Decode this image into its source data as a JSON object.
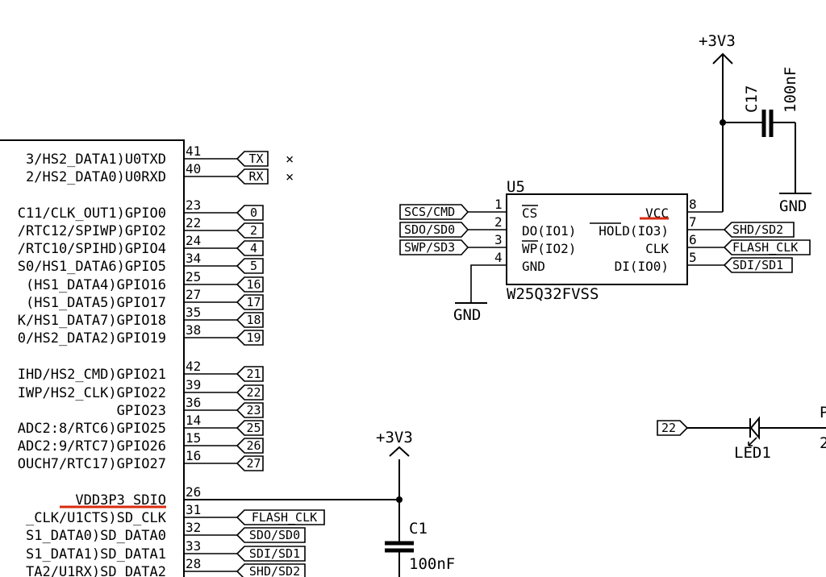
{
  "esp32": {
    "pins": [
      {
        "label": "3/HS2_DATA1)U0TXD",
        "num": "41",
        "net": "TX"
      },
      {
        "label": "2/HS2_DATA0)U0RXD",
        "num": "40",
        "net": "RX"
      },
      {
        "label": "C11/CLK_OUT1)GPIO0",
        "num": "23",
        "net": "0"
      },
      {
        "label": "/RTC12/SPIWP)GPIO2",
        "num": "22",
        "net": "2"
      },
      {
        "label": "/RTC10/SPIHD)GPIO4",
        "num": "24",
        "net": "4"
      },
      {
        "label": "S0/HS1_DATA6)GPIO5",
        "num": "34",
        "net": "5"
      },
      {
        "label": "(HS1_DATA4)GPIO16",
        "num": "25",
        "net": "16"
      },
      {
        "label": "(HS1_DATA5)GPIO17",
        "num": "27",
        "net": "17"
      },
      {
        "label": "K/HS1_DATA7)GPIO18",
        "num": "35",
        "net": "18"
      },
      {
        "label": "0/HS2_DATA2)GPIO19",
        "num": "38",
        "net": "19"
      },
      {
        "label": "IHD/HS2_CMD)GPIO21",
        "num": "42",
        "net": "21"
      },
      {
        "label": "IWP/HS2_CLK)GPIO22",
        "num": "39",
        "net": "22"
      },
      {
        "label": "GPIO23",
        "num": "36",
        "net": "23"
      },
      {
        "label": "ADC2:8/RTC6)GPIO25",
        "num": "14",
        "net": "25"
      },
      {
        "label": "ADC2:9/RTC7)GPIO26",
        "num": "15",
        "net": "26"
      },
      {
        "label": "OUCH7/RTC17)GPIO27",
        "num": "16",
        "net": "27"
      },
      {
        "label": "VDD3P3_SDIO",
        "num": "26",
        "net": ""
      },
      {
        "label": "_CLK/U1CTS)SD_CLK",
        "num": "31",
        "net": "FLASH_CLK"
      },
      {
        "label": "S1_DATA0)SD_DATA0",
        "num": "32",
        "net": "SDO/SD0"
      },
      {
        "label": "S1_DATA1)SD_DATA1",
        "num": "33",
        "net": "SDI/SD1"
      },
      {
        "label": "TA2/U1RX)SD_DATA2",
        "num": "28",
        "net": "SHD/SD2"
      }
    ],
    "nc_mark": "×"
  },
  "u5": {
    "ref": "U5",
    "part": "W25Q32FVSS",
    "left_pins": [
      {
        "num": "1",
        "name": "CS",
        "net": "SCS/CMD"
      },
      {
        "num": "2",
        "name": "DO(IO1)",
        "net": "SDO/SD0"
      },
      {
        "num": "3",
        "name": "WP(IO2)",
        "net": "SWP/SD3"
      },
      {
        "num": "4",
        "name": "GND",
        "net": ""
      }
    ],
    "right_pins": [
      {
        "num": "8",
        "name": "VCC",
        "net": ""
      },
      {
        "num": "7",
        "name": "HOLD(IO3)",
        "net": "SHD/SD2"
      },
      {
        "num": "6",
        "name": "CLK",
        "net": "FLASH_CLK"
      },
      {
        "num": "5",
        "name": "DI(IO0)",
        "net": "SDI/SD1"
      }
    ],
    "gnd_label": "GND"
  },
  "c17": {
    "ref": "C17",
    "value": "100nF",
    "supply": "+3V3",
    "gnd_label": "GND"
  },
  "c1": {
    "ref": "C1",
    "value": "100nF",
    "supply": "+3V3"
  },
  "led1": {
    "ref": "LED1",
    "net": "22",
    "partial_text_1": "P",
    "partial_text_2": "2"
  },
  "colors": {
    "highlight": "#d82a10",
    "ink": "#000000"
  }
}
